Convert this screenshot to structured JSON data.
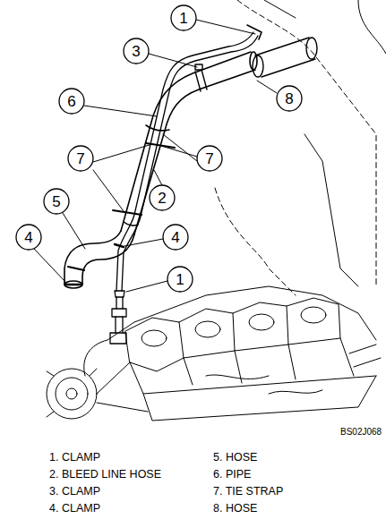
{
  "diagram": {
    "labels": [
      "1",
      "3",
      "6",
      "8",
      "7",
      "7",
      "2",
      "5",
      "4",
      "4",
      "1",
      "BS02J068",
      "1. CLAMP",
      "2. BLEED LINE HOSE",
      "3. CLAMP",
      "4. CLAMP",
      "5. HOSE",
      "6. PIPE",
      "7. TIE STRAP",
      "8. HOSE"
    ]
  }
}
